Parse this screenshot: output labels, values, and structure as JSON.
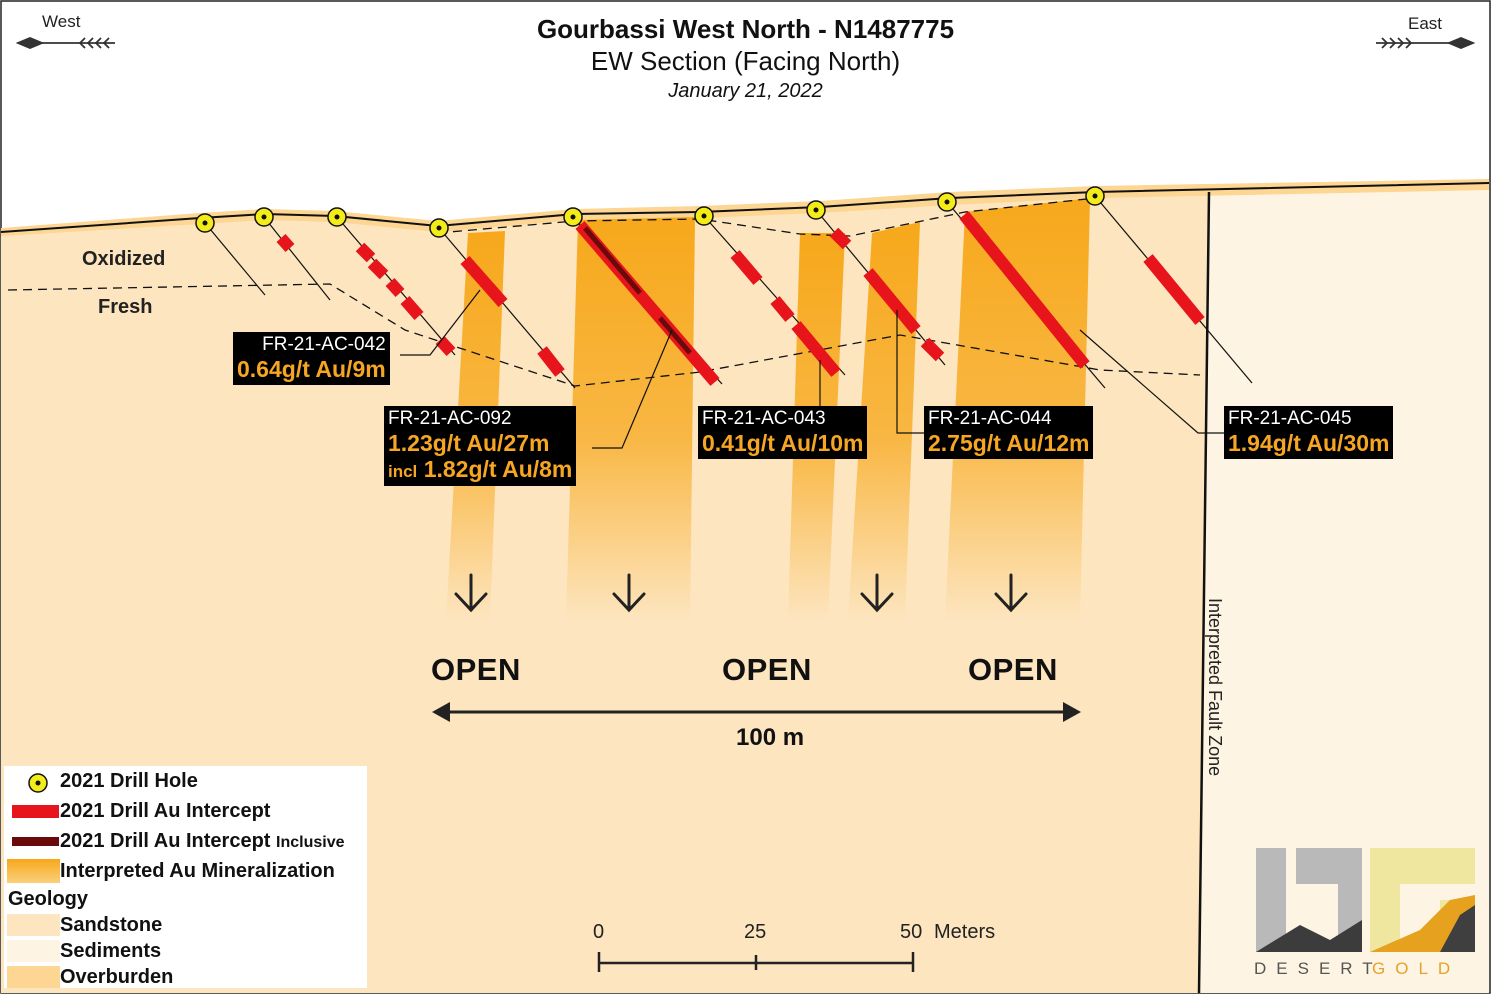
{
  "title": {
    "main": "Gourbassi West North - N1487775",
    "sub": "EW Section (Facing North)",
    "date": "January 21, 2022"
  },
  "directions": {
    "west": "West",
    "east": "East"
  },
  "zones": {
    "oxidized": "Oxidized",
    "fresh": "Fresh"
  },
  "callouts": [
    {
      "hole": "FR-21-AC-042",
      "grade": "0.64g/t Au/9m"
    },
    {
      "hole": "FR-21-AC-092",
      "grade": "1.23g/t Au/27m",
      "incl_word": "incl",
      "incl_grade": "1.82g/t Au/8m"
    },
    {
      "hole": "FR-21-AC-043",
      "grade": "0.41g/t Au/10m"
    },
    {
      "hole": "FR-21-AC-044",
      "grade": "2.75g/t Au/12m"
    },
    {
      "hole": "FR-21-AC-045",
      "grade": "1.94g/t Au/30m"
    }
  ],
  "open_labels": [
    "OPEN",
    "OPEN",
    "OPEN"
  ],
  "distance_label": "100 m",
  "fault_label": "Interpreted Fault Zone",
  "legend": {
    "drill_hole": "2021 Drill Hole",
    "intercept": "2021 Drill Au Intercept",
    "intercept_inclusive": "2021 Drill Au Intercept",
    "inclusive_word": "Inclusive",
    "mineralization": "Interpreted Au Mineralization",
    "geology_heading": "Geology",
    "sandstone": "Sandstone",
    "sediments": "Sediments",
    "overburden": "Overburden"
  },
  "scale_bar": {
    "ticks": [
      "0",
      "25",
      "50"
    ],
    "unit": "Meters"
  },
  "logo": {
    "word1": "DESERT",
    "word2": "GOLD"
  },
  "colors": {
    "sandstone": "#fde5bf",
    "sediments": "#fef4e3",
    "overburden": "#fcd692",
    "mineralization": "#f7a81b",
    "intercept": "#e8141b",
    "intercept_inclusive": "#6b0a0a",
    "drill_collar": "#f4ec18",
    "callout_text": "#f6a623"
  }
}
